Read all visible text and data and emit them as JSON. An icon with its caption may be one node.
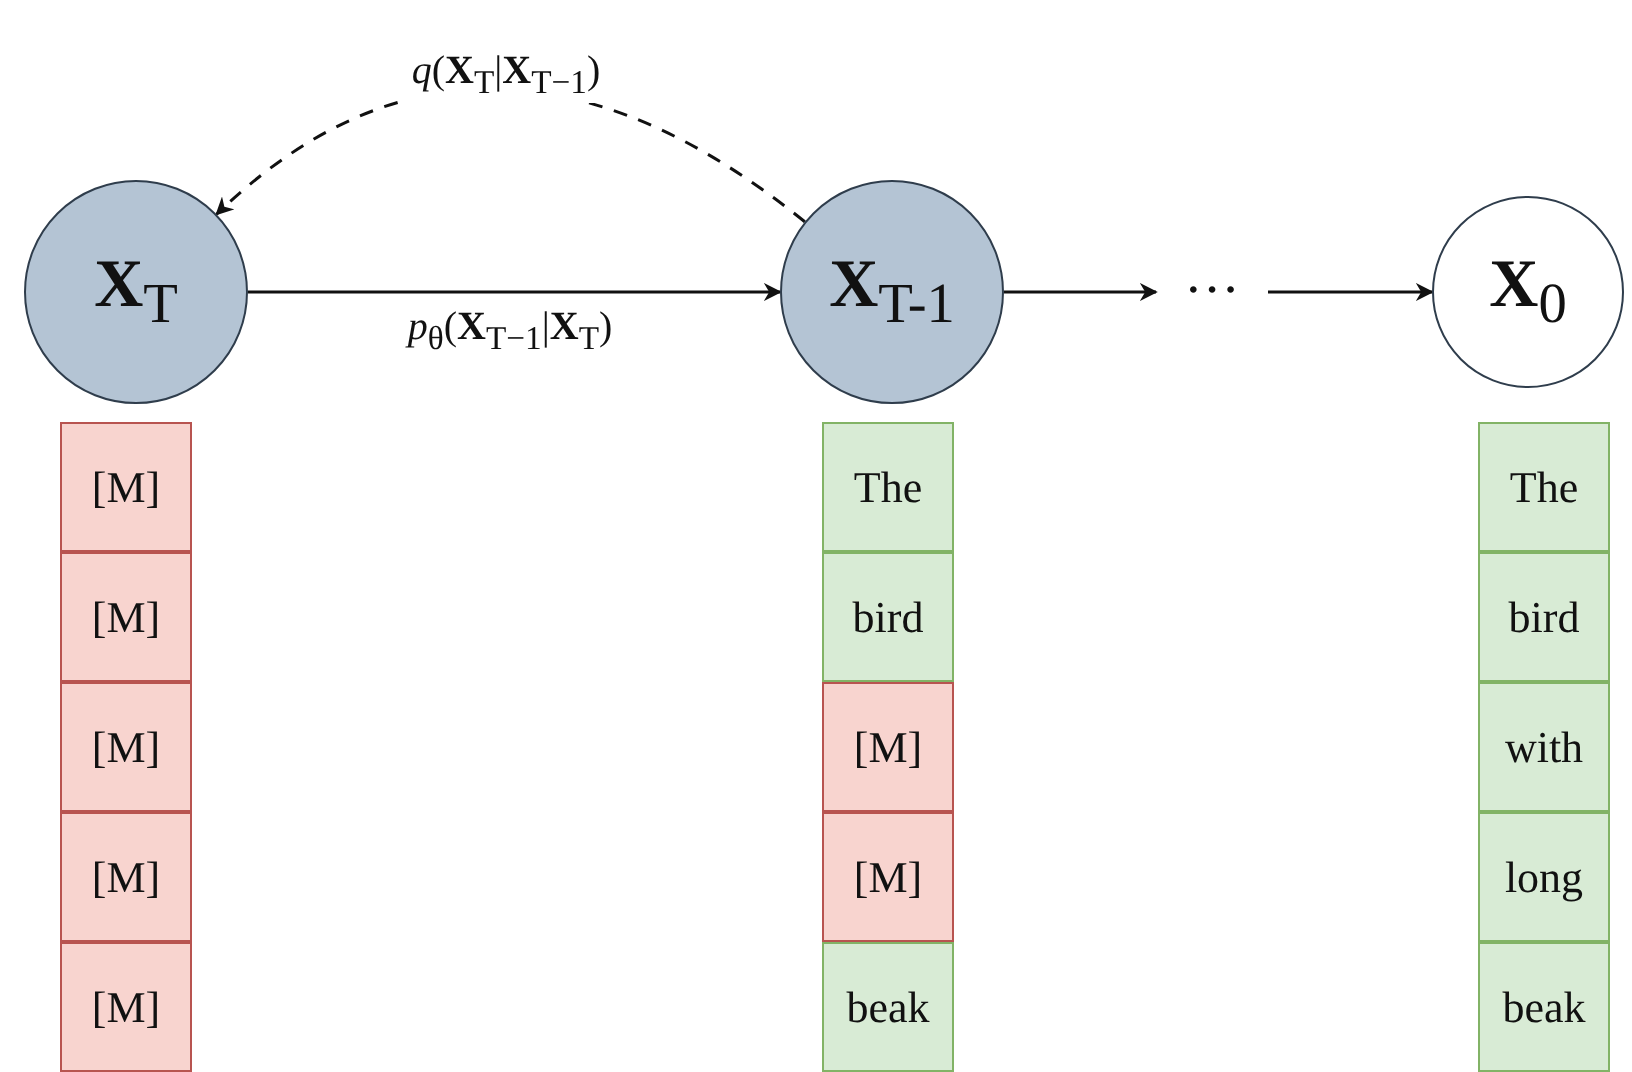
{
  "diagram": {
    "nodes": [
      {
        "text": [
          "**X**$_{T}$"
        ]
      },
      {
        "text": [
          "**X**$_{T-1}$"
        ]
      },
      {
        "text": [
          "···"
        ]
      },
      {
        "text": [
          "**X**$_{0}$"
        ]
      },
      {
        "text": [
          "[M]"
        ]
      },
      {
        "text": [
          "[M]"
        ]
      },
      {
        "text": [
          "[M]"
        ]
      },
      {
        "text": [
          "[M]"
        ]
      },
      {
        "text": [
          "[M]"
        ]
      },
      {
        "text": [
          "The"
        ]
      },
      {
        "text": [
          "bird"
        ]
      },
      {
        "text": [
          "[M]"
        ]
      },
      {
        "text": [
          "[M]"
        ]
      },
      {
        "text": [
          "beak"
        ]
      },
      {
        "text": [
          "The"
        ]
      },
      {
        "text": [
          "bird"
        ]
      },
      {
        "text": [
          "with"
        ]
      },
      {
        "text": [
          "long"
        ]
      },
      {
        "text": [
          "beak"
        ]
      }
    ],
    "edges": [
      {
        "from": 1,
        "to": 0,
        "arrow": "to",
        "style": "dashed",
        "label": "*q*(**X**$_{T}$|**X**$_{T−1}$)"
      },
      {
        "from": 0,
        "to": 1,
        "arrow": "to",
        "label": "*p*$_{θ}$(**X**$_{T−1}$|**X**$_{T}$)"
      },
      {
        "from": 1,
        "to": 2,
        "arrow": "to"
      },
      {
        "from": 2,
        "to": 3,
        "arrow": "to"
      }
    ]
  }
}
